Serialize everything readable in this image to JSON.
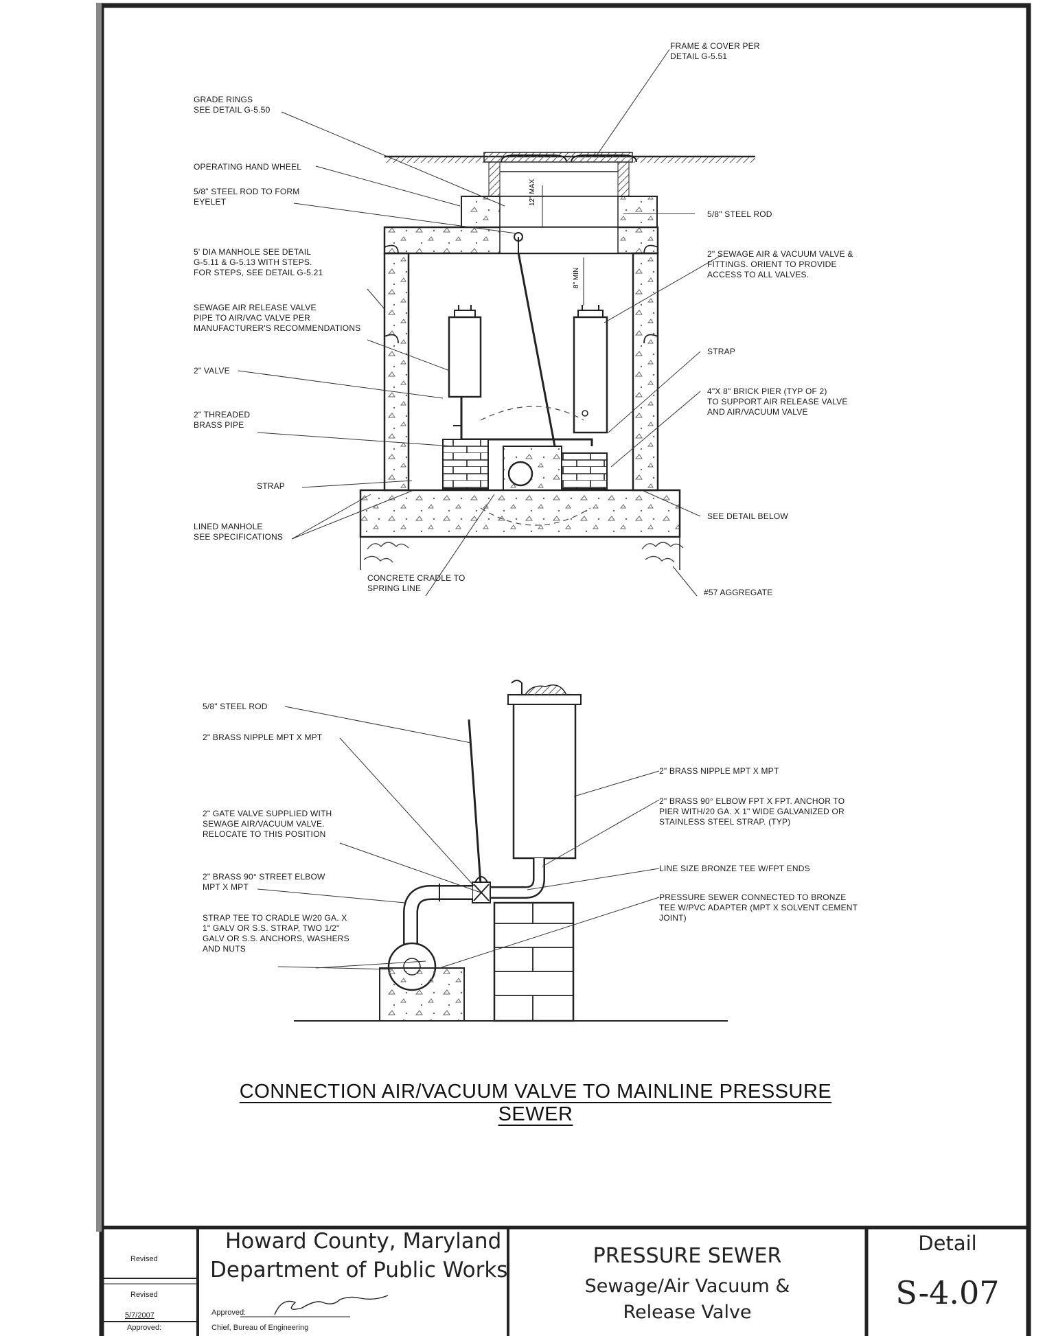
{
  "labels": {
    "frame_cover": [
      "FRAME & COVER PER",
      "DETAIL G-5.51"
    ],
    "grade_rings": [
      "GRADE RINGS",
      "SEE DETAIL G-5.50"
    ],
    "hand_wheel": [
      "OPERATING HAND WHEEL"
    ],
    "steel_rod_eyelet": [
      "5/8\" STEEL ROD TO FORM",
      "EYELET"
    ],
    "steel_rod_right": [
      "5/8\" STEEL ROD"
    ],
    "manhole": [
      "5' DIA MANHOLE SEE DETAIL",
      "G-5.11 & G-5.13 WITH STEPS.",
      "FOR STEPS, SEE DETAIL G-5.21"
    ],
    "sewage_air_vac": [
      "2\" SEWAGE AIR & VACUUM VALVE &",
      "FITTINGS. ORIENT TO PROVIDE",
      "ACCESS TO ALL VALVES."
    ],
    "release_valve": [
      "SEWAGE AIR RELEASE VALVE",
      "PIPE TO AIR/VAC VALVE PER",
      "MANUFACTURER'S RECOMMENDATIONS"
    ],
    "strap_right": [
      "STRAP"
    ],
    "valve_2in": [
      "2\" VALVE"
    ],
    "brick_pier": [
      "4\"x 8\" BRICK PIER (TYP OF 2)",
      "TO SUPPORT AIR RELEASE VALVE",
      "AND AIR/VACUUM VALVE"
    ],
    "threaded_pipe": [
      "2\" THREADED",
      "BRASS PIPE"
    ],
    "strap_left": [
      "STRAP"
    ],
    "lined_manhole": [
      "LINED MANHOLE",
      "SEE SPECIFICATIONS"
    ],
    "see_detail_below": [
      "SEE DETAIL BELOW"
    ],
    "cradle": [
      "CONCRETE CRADLE TO",
      "SPRING LINE"
    ],
    "aggregate": [
      "#57 AGGREGATE"
    ],
    "dim_12": "12\" MAX",
    "dim_8": "8\" MIN",
    "d_steel_rod": [
      "5/8\" STEEL ROD"
    ],
    "d_brass_nipple_left": [
      "2\" BRASS NIPPLE MPT x MPT"
    ],
    "d_brass_nipple_right": [
      "2\" BRASS NIPPLE MPT x MPT"
    ],
    "d_elbow": [
      "2\" BRASS 90° ELBOW FPT x FPT. ANCHOR TO",
      "PIER WITH/20 GA. x 1\" WIDE GALVANIZED OR",
      "STAINLESS STEEL STRAP. (TYP)"
    ],
    "d_gate_valve": [
      "2\" GATE VALVE SUPPLIED WITH",
      "SEWAGE AIR/VACUUM VALVE.",
      "RELOCATE TO THIS POSITION"
    ],
    "d_bronze_tee": [
      "LINE SIZE BRONZE TEE W/FPT ENDS"
    ],
    "d_street_elbow": [
      "2\" BRASS 90° STREET ELBOW",
      "MPT x MPT"
    ],
    "d_pressure_sewer": [
      "PRESSURE SEWER CONNECTED TO BRONZE",
      "TEE W/PVC ADAPTER (MPT x SOLVENT CEMENT",
      "JOINT)"
    ],
    "d_strap_tee": [
      "STRAP TEE TO CRADLE W/20 GA. x",
      "1\" GALV OR S.S. STRAP, TWO 1/2\"",
      "GALV OR S.S. ANCHORS, WASHERS",
      "AND NUTS"
    ]
  },
  "title": "CONNECTION AIR/VACUUM VALVE TO MAINLINE PRESSURE SEWER",
  "title_block": {
    "revised_1": "Revised",
    "revised_2": "Revised",
    "date": "5/7/2007",
    "approved_col": "Approved:",
    "agency_line1": "Howard County, Maryland",
    "agency_line2": "Department of Public Works",
    "approved": "Approved:",
    "chief": "Chief, Bureau of Engineering",
    "project_title": "PRESSURE SEWER",
    "subtitle_line1": "Sewage/Air Vacuum &",
    "subtitle_line2": "Release Valve",
    "detail_label": "Detail",
    "detail_number": "S-4.07"
  }
}
